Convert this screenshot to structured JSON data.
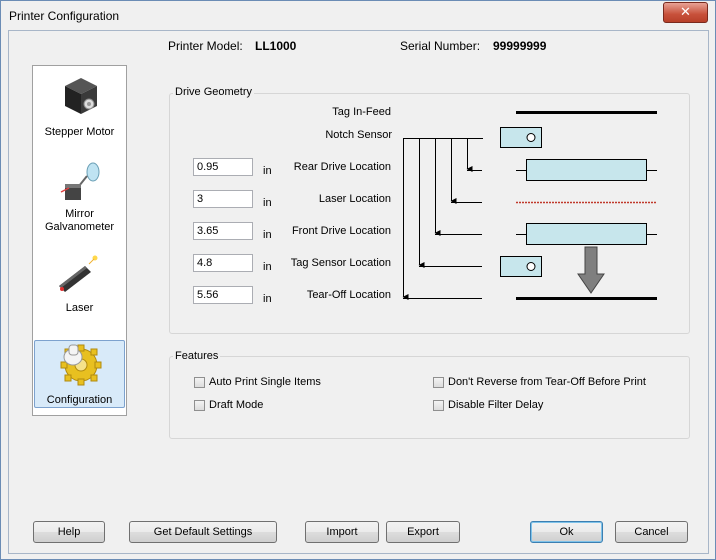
{
  "window": {
    "title": "Printer Configuration",
    "close_glyph": "✕"
  },
  "header": {
    "model_label": "Printer Model:",
    "model_value": "LL1000",
    "serial_label": "Serial Number:",
    "serial_value": "99999999"
  },
  "nav": {
    "items": [
      {
        "label": "Stepper Motor",
        "icon": "stepper-motor-icon",
        "selected": false
      },
      {
        "label": "Mirror\nGalvanometer",
        "icon": "mirror-galvanometer-icon",
        "selected": false
      },
      {
        "label": "Laser",
        "icon": "laser-icon",
        "selected": false
      },
      {
        "label": "Configuration",
        "icon": "configuration-gear-icon",
        "selected": true
      }
    ]
  },
  "drive_geometry": {
    "title": "Drive Geometry",
    "unit": "in",
    "labels": {
      "tag_in_feed": "Tag In-Feed",
      "notch_sensor": "Notch Sensor"
    },
    "rows": [
      {
        "label": "Rear Drive Location",
        "value": "0.95"
      },
      {
        "label": "Laser Location",
        "value": "3"
      },
      {
        "label": "Front Drive Location",
        "value": "3.65"
      },
      {
        "label": "Tag Sensor Location",
        "value": "4.8"
      },
      {
        "label": "Tear-Off Location",
        "value": "5.56"
      }
    ]
  },
  "features": {
    "title": "Features",
    "options": [
      {
        "label": "Auto Print Single Items",
        "checked": false
      },
      {
        "label": "Draft Mode",
        "checked": false
      },
      {
        "label": "Don't Reverse from Tear-Off Before Print",
        "checked": false
      },
      {
        "label": "Disable Filter Delay",
        "checked": false
      }
    ]
  },
  "buttons": {
    "help": "Help",
    "default_settings": "Get Default Settings",
    "import": "Import",
    "export": "Export",
    "ok": "Ok",
    "cancel": "Cancel"
  },
  "colors": {
    "box_fill": "#c7e6ec",
    "laser_line": "#c0392b",
    "selected_nav": "#d8eaf9"
  }
}
